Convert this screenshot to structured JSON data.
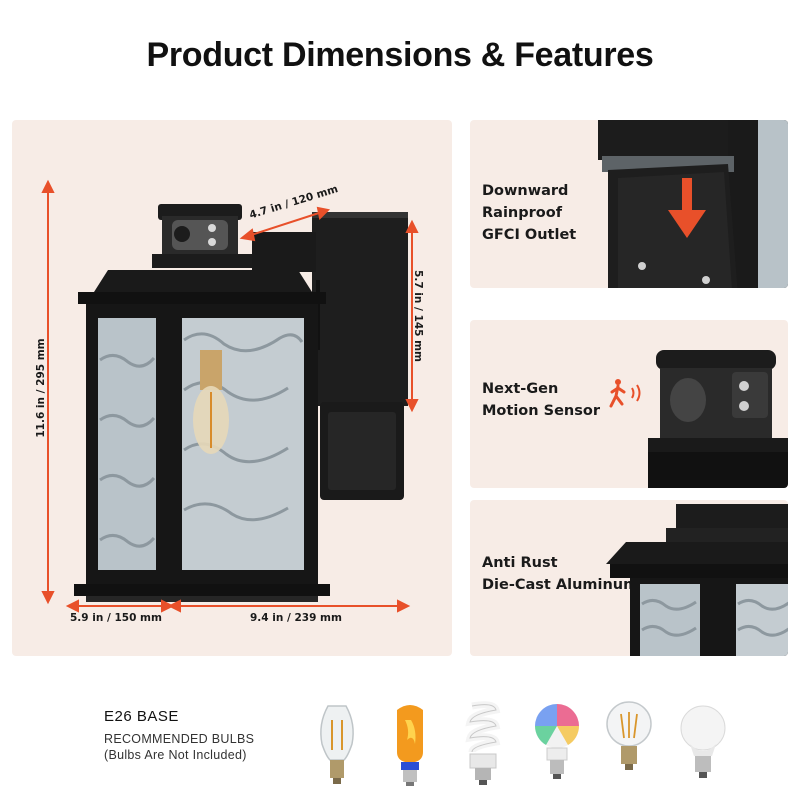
{
  "title": "Product Dimensions & Features",
  "dimensions": {
    "depth_top": "4.7 in / 120 mm",
    "height": "11.6 in / 295 mm",
    "backplate_height": "5.7 in / 145 mm",
    "width": "5.9 in / 150 mm",
    "total_depth": "9.4 in / 239 mm"
  },
  "features": [
    {
      "lines": [
        "Downward",
        "Rainproof",
        "GFCI Outlet"
      ]
    },
    {
      "lines": [
        "Next-Gen",
        "Motion Sensor"
      ]
    },
    {
      "lines": [
        "Anti Rust",
        "Die-Cast Aluminum"
      ]
    }
  ],
  "bulbs": {
    "heading": "E26 BASE",
    "sub1": "RECOMMENDED BULBS",
    "sub2": "(Bulbs Are Not Included)",
    "types": [
      "edison-filament-bulb-icon",
      "flame-bulb-icon",
      "spiral-cfl-bulb-icon",
      "rgb-smart-bulb-icon",
      "globe-filament-bulb-icon",
      "led-a19-bulb-icon"
    ]
  },
  "colors": {
    "accent": "#e8502a",
    "panel": "#f7ece6",
    "fixture": "#1c1c1c"
  }
}
